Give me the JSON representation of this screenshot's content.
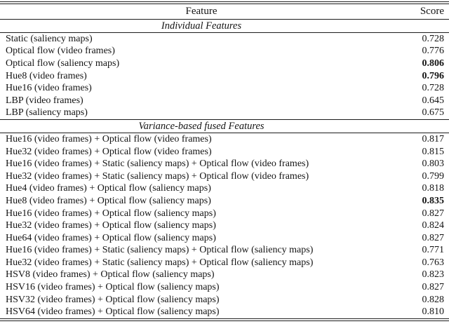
{
  "table": {
    "header": {
      "feature_label": "Feature",
      "score_label": "Score"
    },
    "text_color": "#141414",
    "rule_color": "#1c1c1c",
    "background_color": "#ffffff",
    "sections": [
      {
        "title": "Individual Features",
        "rows": [
          {
            "feature": "Static (saliency maps)",
            "score": "0.728",
            "bold": false
          },
          {
            "feature": "Optical flow (video frames)",
            "score": "0.776",
            "bold": false
          },
          {
            "feature": "Optical flow (saliency maps)",
            "score": "0.806",
            "bold": true
          },
          {
            "feature": "Hue8 (video frames)",
            "score": "0.796",
            "bold": true
          },
          {
            "feature": "Hue16 (video frames)",
            "score": "0.728",
            "bold": false
          },
          {
            "feature": "LBP (video frames)",
            "score": "0.645",
            "bold": false
          },
          {
            "feature": "LBP (saliency maps)",
            "score": "0.675",
            "bold": false
          }
        ]
      },
      {
        "title": "Variance-based fused Features",
        "rows": [
          {
            "feature": "Hue16 (video frames) + Optical flow (video frames)",
            "score": "0.817",
            "bold": false
          },
          {
            "feature": "Hue32 (video frames) + Optical flow (video frames)",
            "score": "0.815",
            "bold": false
          },
          {
            "feature": "Hue16 (video frames) + Static (saliency maps) + Optical flow (video frames)",
            "score": "0.803",
            "bold": false
          },
          {
            "feature": "Hue32 (video frames) + Static (saliency maps) + Optical flow (video frames)",
            "score": "0.799",
            "bold": false
          },
          {
            "feature": "Hue4 (video frames) + Optical flow (saliency maps)",
            "score": "0.818",
            "bold": false
          },
          {
            "feature": "Hue8 (video frames) + Optical flow (saliency maps)",
            "score": "0.835",
            "bold": true
          },
          {
            "feature": "Hue16 (video frames) + Optical flow (saliency maps)",
            "score": "0.827",
            "bold": false
          },
          {
            "feature": "Hue32 (video frames) + Optical flow (saliency maps)",
            "score": "0.824",
            "bold": false
          },
          {
            "feature": "Hue64 (video frames) + Optical flow (saliency maps)",
            "score": "0.827",
            "bold": false
          },
          {
            "feature": "Hue16 (video frames) + Static (saliency maps) + Optical flow (saliency maps)",
            "score": "0.771",
            "bold": false
          },
          {
            "feature": "Hue32 (video frames) + Static (saliency maps) + Optical flow (saliency maps)",
            "score": "0.763",
            "bold": false
          },
          {
            "feature": "HSV8 (video frames) + Optical flow (saliency maps)",
            "score": "0.823",
            "bold": false
          },
          {
            "feature": "HSV16 (video frames) + Optical flow (saliency maps)",
            "score": "0.827",
            "bold": false
          },
          {
            "feature": "HSV32 (video frames) + Optical flow (saliency maps)",
            "score": "0.828",
            "bold": false
          },
          {
            "feature": "HSV64 (video frames) + Optical flow (saliency maps)",
            "score": "0.810",
            "bold": false
          }
        ]
      }
    ]
  }
}
